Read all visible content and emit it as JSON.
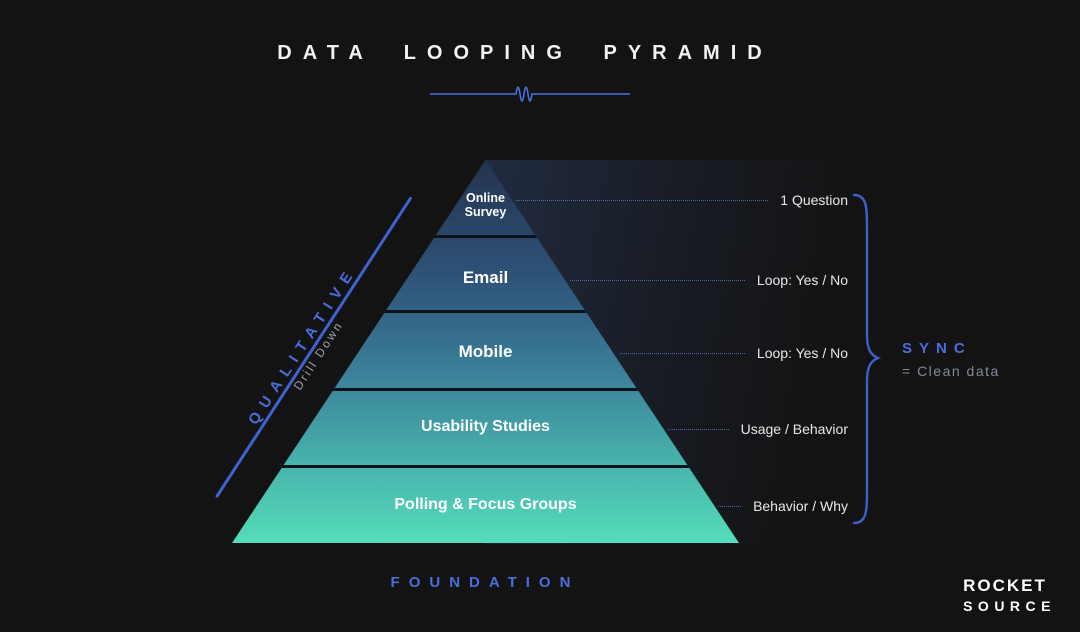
{
  "title": "DATA LOOPING PYRAMID",
  "pyramid": {
    "levels": [
      {
        "label": "Online Survey",
        "annotation": "1 Question"
      },
      {
        "label": "Email",
        "annotation": "Loop: Yes / No"
      },
      {
        "label": "Mobile",
        "annotation": "Loop: Yes / No"
      },
      {
        "label": "Usability Studies",
        "annotation": "Usage / Behavior"
      },
      {
        "label": "Polling & Focus Groups",
        "annotation": "Behavior / Why"
      }
    ]
  },
  "left_annotation": {
    "label": "QUALITATIVE",
    "sublabel": "Drill Down"
  },
  "sync_group": {
    "label": "SYNC",
    "sublabel": "= Clean data"
  },
  "foundation_label": "FOUNDATION",
  "logo": {
    "line1": "ROCKET",
    "line2": "SOURCE"
  },
  "colors": {
    "background": "#131313",
    "accent_blue": "#4a6fdc",
    "muted_gray": "#848b99",
    "pyramid_gradient_top": "#24334f",
    "pyramid_gradient_bottom": "#55dcba",
    "text_white": "#f2f2f2"
  }
}
